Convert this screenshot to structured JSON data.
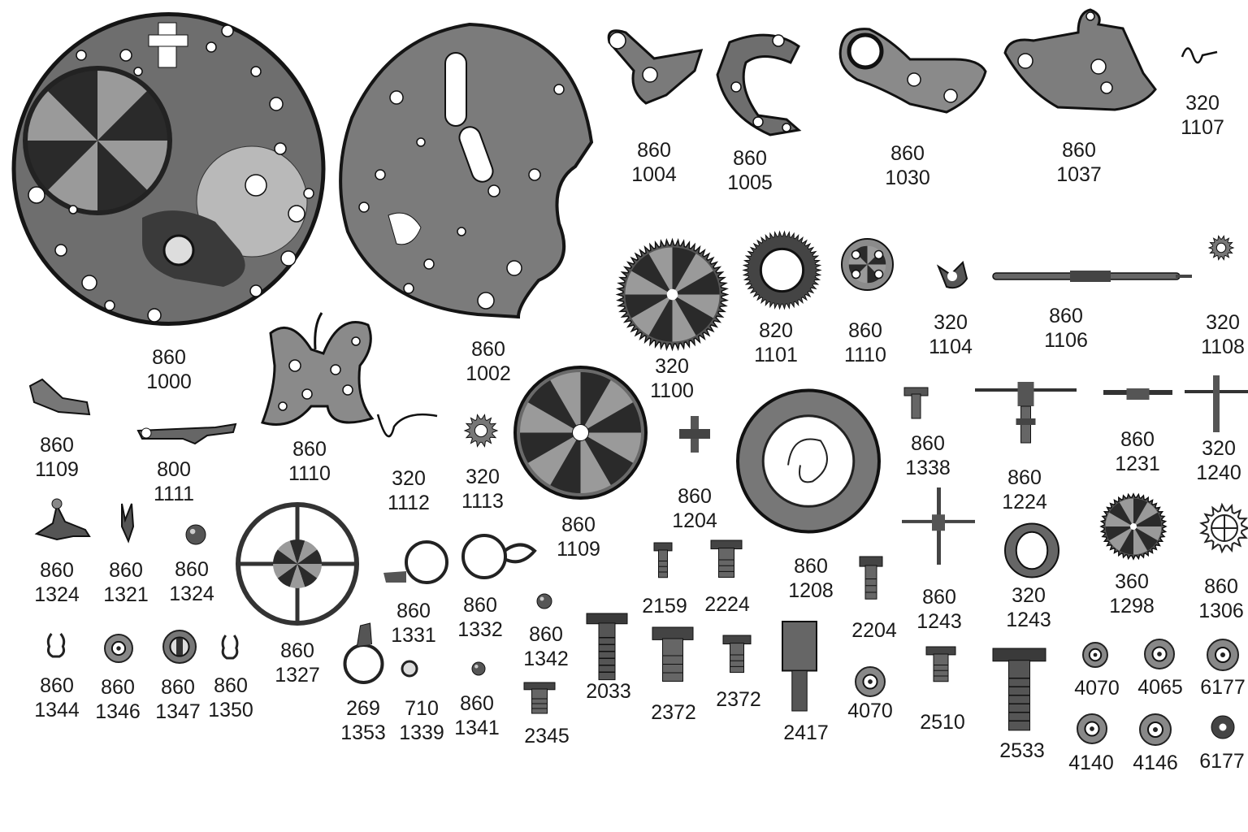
{
  "title": "",
  "parts": [
    {
      "id": "p1000",
      "num": "860",
      "ref": "1000"
    },
    {
      "id": "p1002",
      "num": "860",
      "ref": "1002"
    },
    {
      "id": "p1004",
      "num": "860",
      "ref": "1004"
    },
    {
      "id": "p1005",
      "num": "860",
      "ref": "1005"
    },
    {
      "id": "p1030",
      "num": "860",
      "ref": "1030"
    },
    {
      "id": "p1037",
      "num": "860",
      "ref": "1037"
    },
    {
      "id": "p1107",
      "num": "320",
      "ref": "1107"
    },
    {
      "id": "p1100",
      "num": "320",
      "ref": "1100"
    },
    {
      "id": "p1101",
      "num": "820",
      "ref": "1101"
    },
    {
      "id": "p1110a",
      "num": "860",
      "ref": "1110"
    },
    {
      "id": "p1104",
      "num": "320",
      "ref": "1104"
    },
    {
      "id": "p1106",
      "num": "860",
      "ref": "1106"
    },
    {
      "id": "p1108",
      "num": "320",
      "ref": "1108"
    },
    {
      "id": "p1109a",
      "num": "860",
      "ref": "1109"
    },
    {
      "id": "p1111",
      "num": "800",
      "ref": "1111"
    },
    {
      "id": "p1110b",
      "num": "860",
      "ref": "1110"
    },
    {
      "id": "p1112",
      "num": "320",
      "ref": "1112"
    },
    {
      "id": "p1113",
      "num": "320",
      "ref": "1113"
    },
    {
      "id": "p1109b",
      "num": "860",
      "ref": "1109"
    },
    {
      "id": "p1204",
      "num": "860",
      "ref": "1204"
    },
    {
      "id": "p1338",
      "num": "860",
      "ref": "1338"
    },
    {
      "id": "p1224",
      "num": "860",
      "ref": "1224"
    },
    {
      "id": "p1231",
      "num": "860",
      "ref": "1231"
    },
    {
      "id": "p1240",
      "num": "320",
      "ref": "1240"
    },
    {
      "id": "p1324a",
      "num": "860",
      "ref": "1324"
    },
    {
      "id": "p1321",
      "num": "860",
      "ref": "1321"
    },
    {
      "id": "p1324b",
      "num": "860",
      "ref": "1324"
    },
    {
      "id": "p1327",
      "num": "860",
      "ref": "1327"
    },
    {
      "id": "p1331",
      "num": "860",
      "ref": "1331"
    },
    {
      "id": "p1332",
      "num": "860",
      "ref": "1332"
    },
    {
      "id": "p1342",
      "num": "860",
      "ref": "1342"
    },
    {
      "id": "p2159",
      "num": "2159",
      "ref": ""
    },
    {
      "id": "p2224",
      "num": "2224",
      "ref": ""
    },
    {
      "id": "p1208",
      "num": "860",
      "ref": "1208"
    },
    {
      "id": "p2204",
      "num": "2204",
      "ref": ""
    },
    {
      "id": "p1243a",
      "num": "860",
      "ref": "1243"
    },
    {
      "id": "p1243b",
      "num": "320",
      "ref": "1243"
    },
    {
      "id": "p1298",
      "num": "360",
      "ref": "1298"
    },
    {
      "id": "p1306",
      "num": "860",
      "ref": "1306"
    },
    {
      "id": "p1344",
      "num": "860",
      "ref": "1344"
    },
    {
      "id": "p1346",
      "num": "860",
      "ref": "1346"
    },
    {
      "id": "p1347",
      "num": "860",
      "ref": "1347"
    },
    {
      "id": "p1350",
      "num": "860",
      "ref": "1350"
    },
    {
      "id": "p1353",
      "num": "269",
      "ref": "1353"
    },
    {
      "id": "p1339",
      "num": "710",
      "ref": "1339"
    },
    {
      "id": "p1341",
      "num": "860",
      "ref": "1341"
    },
    {
      "id": "p2345",
      "num": "2345",
      "ref": ""
    },
    {
      "id": "p2033",
      "num": "2033",
      "ref": ""
    },
    {
      "id": "p2372a",
      "num": "2372",
      "ref": ""
    },
    {
      "id": "p2372b",
      "num": "2372",
      "ref": ""
    },
    {
      "id": "p2417",
      "num": "2417",
      "ref": ""
    },
    {
      "id": "p4070a",
      "num": "4070",
      "ref": ""
    },
    {
      "id": "p2510",
      "num": "2510",
      "ref": ""
    },
    {
      "id": "p2533",
      "num": "2533",
      "ref": ""
    },
    {
      "id": "p4070b",
      "num": "4070",
      "ref": ""
    },
    {
      "id": "p4065",
      "num": "4065",
      "ref": ""
    },
    {
      "id": "p6177a",
      "num": "6177",
      "ref": ""
    },
    {
      "id": "p4140",
      "num": "4140",
      "ref": ""
    },
    {
      "id": "p4146",
      "num": "4146",
      "ref": ""
    },
    {
      "id": "p6177b",
      "num": "6177",
      "ref": ""
    }
  ]
}
